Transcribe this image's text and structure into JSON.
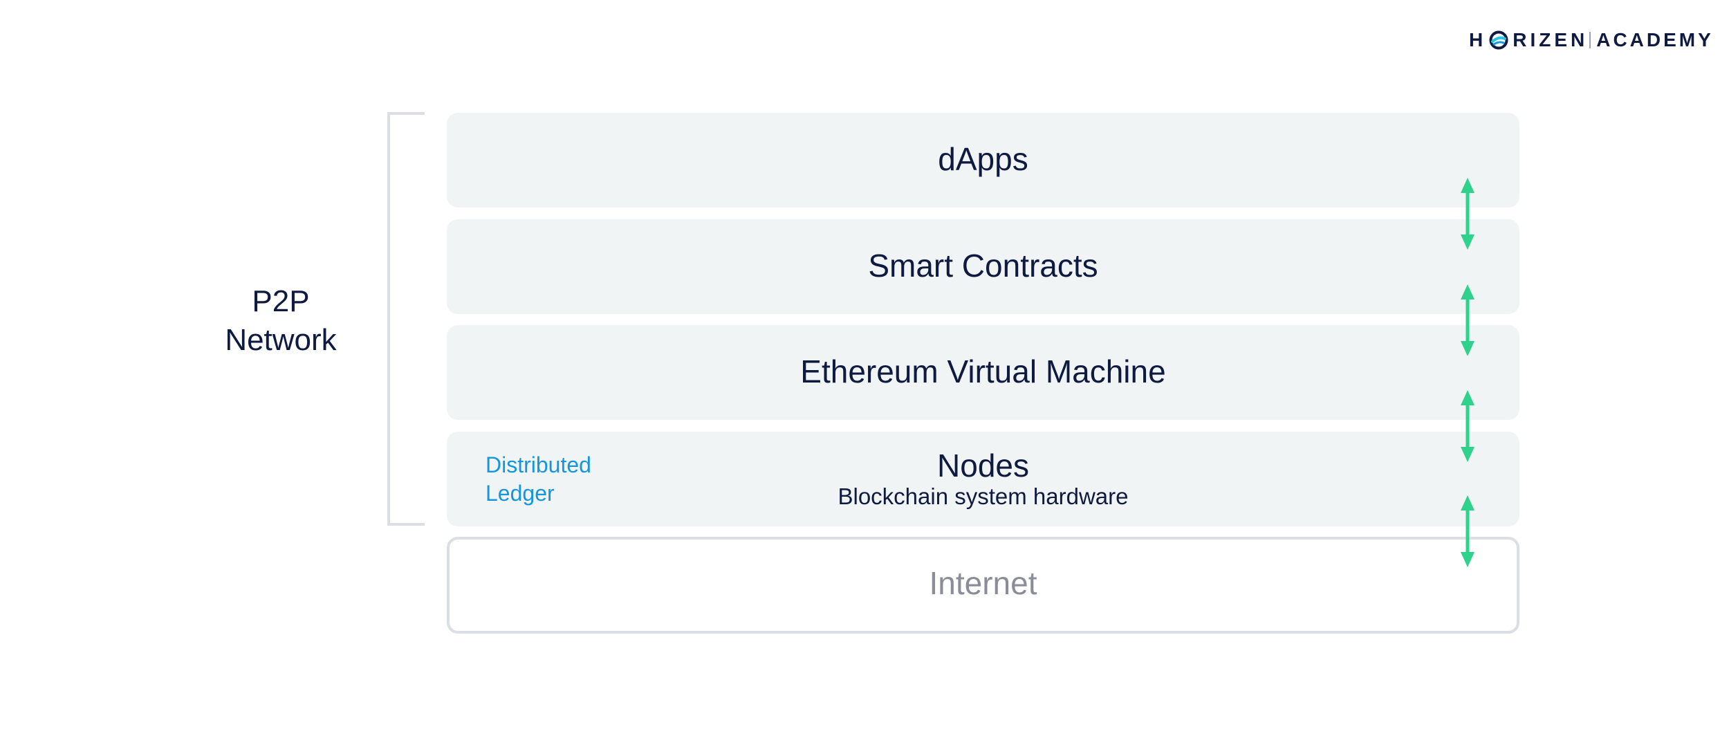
{
  "logo": {
    "brand_h": "H",
    "brand_rest": "RIZEN",
    "brand_academy": "ACADEMY"
  },
  "network": {
    "label_line1": "P2P",
    "label_line2": "Network"
  },
  "layers": {
    "dapps": {
      "title": "dApps"
    },
    "smart_contracts": {
      "title": "Smart Contracts"
    },
    "evm": {
      "title": "Ethereum Virtual Machine"
    },
    "nodes": {
      "title": "Nodes",
      "subtitle": "Blockchain system hardware",
      "tag_line1": "Distributed",
      "tag_line2": "Ledger"
    },
    "internet": {
      "title": "Internet"
    }
  },
  "colors": {
    "text_dark": "#0e1a3f",
    "layer_fill": "#f1f4f5",
    "outline": "#dcdee6",
    "connector": "#2fd28a",
    "tag_blue": "#1596dc",
    "muted": "#8a8d97"
  },
  "icons": {
    "connector": "double-arrow-vertical-icon",
    "logo_mark": "horizen-o-mark-icon"
  }
}
